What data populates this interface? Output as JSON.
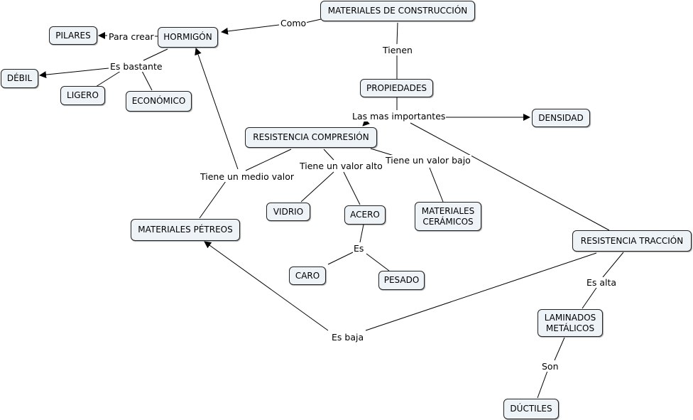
{
  "nodes": {
    "materiales": "MATERIALES DE CONSTRUCCIÓN",
    "hormigon": "HORMIGÓN",
    "pilares": "PILARES",
    "debil": "DÉBIL",
    "ligero": "LIGERO",
    "economico": "ECONÓMICO",
    "propiedades": "PROPIEDADES",
    "densidad": "DENSIDAD",
    "resistencia_compresion": "RESISTENCIA COMPRESIÓN",
    "vidrio": "VIDRIO",
    "acero": "ACERO",
    "ceramicos": "MATERIALES\nCERÁMICOS",
    "petreos": "MATERIALES PÉTREOS",
    "caro": "CARO",
    "pesado": "PESADO",
    "resistencia_traccion": "RESISTENCIA TRACCIÓN",
    "laminados": "LAMINADOS\nMETÁLICOS",
    "ductiles": "DÚCTILES"
  },
  "links": {
    "como": "Como",
    "para_crear": "Para crear",
    "es_bastante": "Es bastante",
    "tienen": "Tienen",
    "mas_importantes": "Las mas importantes",
    "medio_valor": "Tiene un medio valor",
    "valor_alto": "Tiene un valor alto",
    "valor_bajo": "Tiene un valor bajo",
    "es": "Es",
    "es_alta": "Es alta",
    "es_baja": "Es baja",
    "son": "Son"
  }
}
